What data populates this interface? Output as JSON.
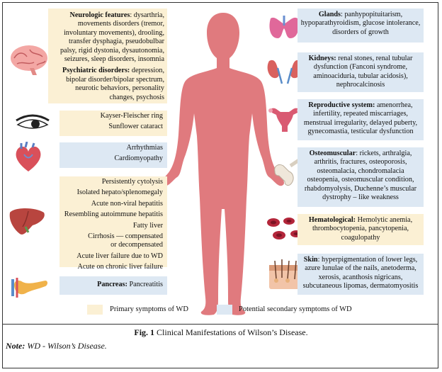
{
  "left": {
    "neuro_heading": "Neurologic features",
    "neuro_text": ": dysarthria, movements disorders (tremor, involuntary movements), drooling, transfer dysphagia, pseudobulbar palsy, rigid dystonia, dysautonomia, seizures, sleep disorders, insomnia",
    "psych_heading": "Psychiatric disorders:",
    "psych_text": " depression, bipolar disorder/bipolar spectrum, neurotic behaviors, personality changes, psychosis",
    "eye_lines": [
      "Kayser-Fleischer ring",
      "Sunflower cataract"
    ],
    "heart_lines": [
      "Arrhythmias",
      "Cardiomyopathy"
    ],
    "liver_lines": [
      "Persistently cytolysis",
      "Isolated hepato/splenomegaly",
      "Acute non-viral hepatitis",
      "Resembling autoimmune hepatitis",
      "Fatty liver",
      "Cirrhosis — compensated or decompensated",
      "Acute liver failure due to WD",
      "Acute on chronic liver failure"
    ],
    "pancreas_heading": "Pancreas:",
    "pancreas_text": " Pancreatitis"
  },
  "right": {
    "glands_heading": "Glands",
    "glands_text": ": panhypopituitarism, hypoparathyroidism, glucose intolerance, disorders of growth",
    "kidneys_heading": "Kidneys:",
    "kidneys_text": " renal stones, renal tubular dysfunction (Fanconi syndrome, aminoaciduria, tubular acidosis), nephrocalcinosis",
    "repro_heading": "Reproductive system:",
    "repro_text": " amenorrhea, infertility, repeated miscarriages, menstrual irregularity, delayed puberty, gynecomastia, testicular dysfunction",
    "osteo_heading": "Osteomuscular",
    "osteo_text": ": rickets, arthralgia, arthritis, fractures, osteoporosis, osteomalacia, chondromalacia osteopenia, osteomuscular condition, rhabdomyolysis, Duchenne’s muscular dystrophy – like weakness",
    "hema_heading": "Hematological:",
    "hema_text": " Hemolytic anemia, thrombocytopenia, pancytopenia, coagulopathy",
    "skin_heading": "Skin",
    "skin_text": ": hyperpigmentation of lower legs, azure lunulae of the nails, anetoderma, xerosis, acanthosis nigricans, subcutaneous lipomas, dermatomyositis"
  },
  "legend": {
    "primary": "Primary symptoms of WD",
    "secondary": "Potential secondary symptoms of WD"
  },
  "caption": {
    "label": "Fig. 1",
    "text": " Clinical Manifestations of Wilson’s Disease.",
    "note_label": "Note:",
    "note_text": " WD - Wilson’s Disease."
  },
  "colors": {
    "primary_fill": "#fbf0d4",
    "secondary_fill": "#dde8f3",
    "body": "#e07a7e"
  }
}
